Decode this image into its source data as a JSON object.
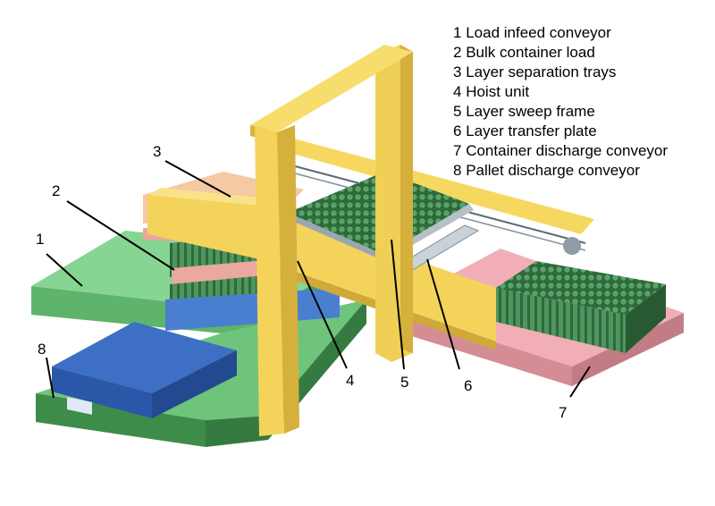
{
  "legend": {
    "items": [
      {
        "number": "1",
        "label": "Load infeed conveyor"
      },
      {
        "number": "2",
        "label": "Bulk container load"
      },
      {
        "number": "3",
        "label": "Layer separation trays"
      },
      {
        "number": "4",
        "label": "Hoist unit"
      },
      {
        "number": "5",
        "label": "Layer sweep frame"
      },
      {
        "number": "6",
        "label": "Layer transfer plate"
      },
      {
        "number": "7",
        "label": "Container discharge conveyor"
      },
      {
        "number": "8",
        "label": "Pallet discharge conveyor"
      }
    ]
  },
  "callouts": {
    "c1": "1",
    "c2": "2",
    "c3": "3",
    "c4": "4",
    "c5": "5",
    "c6": "6",
    "c7": "7",
    "c8": "8"
  },
  "colors": {
    "frame_yellow": "#f4d35a",
    "frame_yellow_dark": "#d9b43c",
    "infeed_green": "#7fd08a",
    "pallet_blue": "#3f74c8",
    "tray_pink": "#e8a6a6",
    "discharge_pink": "#efa5ad",
    "bottle_green": "#3d7a47",
    "tray_peach": "#f3caa4"
  }
}
